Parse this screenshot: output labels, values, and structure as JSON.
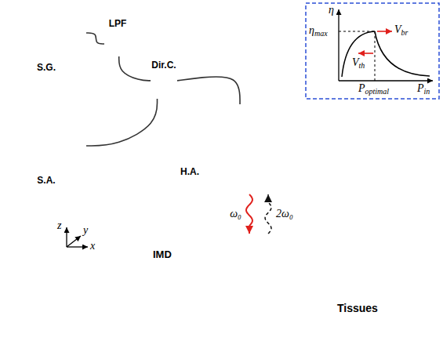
{
  "diagram": {
    "nodes": [
      {
        "text": [
          "S.G."
        ]
      },
      {
        "text": [
          "LPF"
        ]
      },
      {
        "text": [
          "Dir.C."
        ]
      },
      {
        "text": [
          "S.A."
        ]
      },
      {
        "text": [
          "H.A."
        ]
      },
      {
        "text": [
          "Tissues"
        ]
      },
      {
        "text": [
          "IMD"
        ],
        "in": 5
      }
    ],
    "edges": [
      {
        "from": 0,
        "to": 1,
        "arrow": "none"
      },
      {
        "from": 1,
        "to": 2,
        "arrow": "none"
      },
      {
        "from": 2,
        "to": 4,
        "arrow": "none"
      },
      {
        "from": 2,
        "to": 3,
        "arrow": "none"
      },
      {
        "from": 4,
        "to": 6,
        "arrow": "to",
        "label": "ω₀"
      },
      {
        "from": 6,
        "to": 4,
        "arrow": "to",
        "label": "2ω₀"
      }
    ],
    "labels": [
      "η",
      "ηmax",
      "Vbr",
      "Vth",
      "Poptimal",
      "Pin",
      "z",
      "y",
      "x"
    ]
  }
}
